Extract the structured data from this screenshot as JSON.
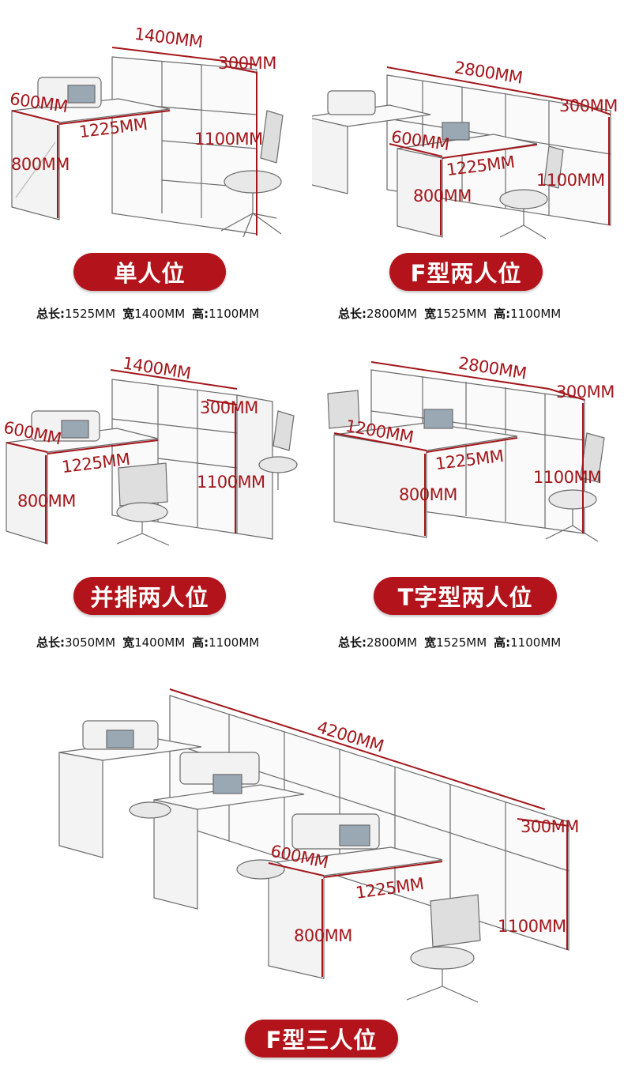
{
  "colors": {
    "accent": "#b3141b",
    "dimension": "#a3161b",
    "line": "#555555"
  },
  "panels": [
    {
      "badge": "单人位",
      "dims": {
        "w1400": "1400MM",
        "d300": "300MM",
        "d600": "600MM",
        "l1225": "1225MM",
        "h1100": "1100MM",
        "h800": "800MM"
      },
      "specs": {
        "len_label": "总长:",
        "len_value": "1525MM",
        "wid_label": "宽",
        "wid_value": "1400MM",
        "hgt_label": "高:",
        "hgt_value": "1100MM"
      }
    },
    {
      "badge": "F型两人位",
      "dims": {
        "w2800": "2800MM",
        "d300": "300MM",
        "d600": "600MM",
        "l1225": "1225MM",
        "h1100": "1100MM",
        "h800": "800MM"
      },
      "specs": {
        "len_label": "总长:",
        "len_value": "2800MM",
        "wid_label": "宽",
        "wid_value": "1525MM",
        "hgt_label": "高:",
        "hgt_value": "1100MM"
      }
    },
    {
      "badge": "并排两人位",
      "dims": {
        "w1400": "1400MM",
        "d300": "300MM",
        "d600": "600MM",
        "l1225": "1225MM",
        "h1100": "1100MM",
        "h800": "800MM"
      },
      "specs": {
        "len_label": "总长:",
        "len_value": "3050MM",
        "wid_label": "宽",
        "wid_value": "1400MM",
        "hgt_label": "高:",
        "hgt_value": "1100MM"
      }
    },
    {
      "badge": "T字型两人位",
      "dims": {
        "w2800": "2800MM",
        "d300": "300MM",
        "w1200": "1200MM",
        "l1225": "1225MM",
        "h1100": "1100MM",
        "h800": "800MM"
      },
      "specs": {
        "len_label": "总长:",
        "len_value": "2800MM",
        "wid_label": "宽",
        "wid_value": "1525MM",
        "hgt_label": "高:",
        "hgt_value": "1100MM"
      }
    },
    {
      "badge": "F型三人位",
      "dims": {
        "w4200": "4200MM",
        "d300": "300MM",
        "d600": "600MM",
        "l1225": "1225MM",
        "h1100": "1100MM",
        "h800": "800MM"
      }
    }
  ]
}
